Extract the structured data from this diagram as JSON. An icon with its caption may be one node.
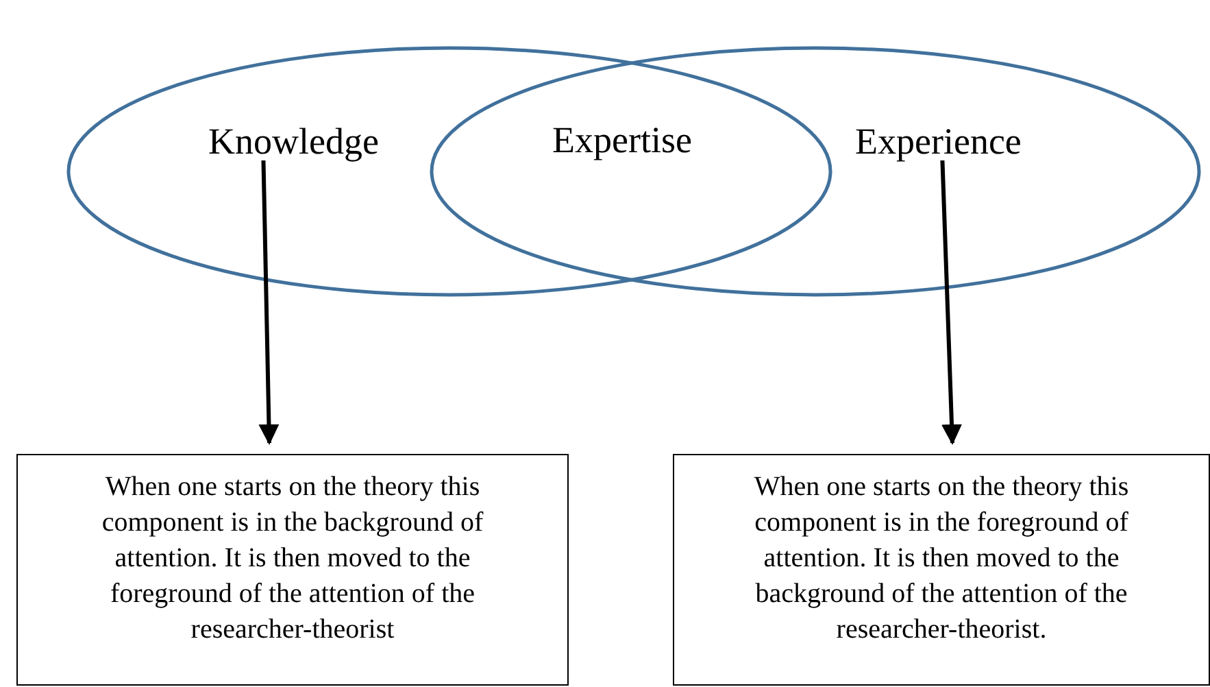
{
  "diagram": {
    "nodes": [
      {
        "text": [
          "Knowledge"
        ]
      },
      {
        "text": [
          "Expertise"
        ]
      },
      {
        "text": [
          "Experience"
        ]
      },
      {
        "text": [
          "When one starts on the theory this component is in the background of attention.  It is then moved to the foreground of the attention of the researcher-theorist"
        ]
      },
      {
        "text": [
          "When one starts on the theory this component is in the foreground of attention. It is then moved to the background of the attention of the researcher-theorist."
        ]
      }
    ],
    "edges": [
      {
        "from": 0,
        "to": 3,
        "arrow": "to"
      },
      {
        "from": 2,
        "to": 4,
        "arrow": "to"
      }
    ]
  }
}
